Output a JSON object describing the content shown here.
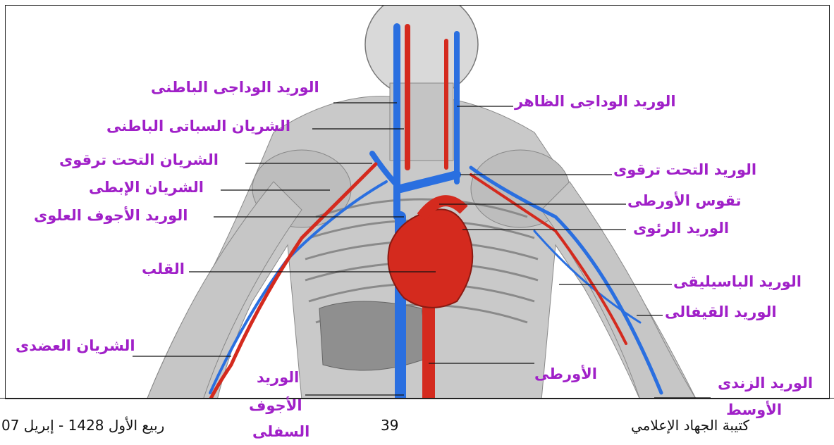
{
  "labels": {
    "internal_jugular_vein": "الوريد الوداجى الباطنى",
    "external_jugular_vein": "الوريد الوداجى الظاهر",
    "internal_carotid_artery": "الشريان السباتى الباطنى",
    "subclavian_artery": "الشريان التحت ترقوى",
    "subclavian_vein": "الوريد التحت ترقوى",
    "axillary_artery": "الشريان الإبطى",
    "aortic_arch": "تقوس الأورطى",
    "superior_vena_cava": "الوريد الأجوف العلوى",
    "pulmonary_vein": "الوريد الرئوى",
    "heart": "القلب",
    "basilic_vein": "الوريد الباسيليقى",
    "cephalic_vein": "الوريد القيفالى",
    "brachial_artery": "الشريان العضدى",
    "aorta": "الأورطى",
    "inferior_vena_cava_1": "الوريد",
    "inferior_vena_cava_2": "الأجوف",
    "inferior_vena_cava_3": "السفلى",
    "median_cubital_vein_1": "الوريد الزندى",
    "median_cubital_vein_2": "الأوسط"
  },
  "footer": {
    "publisher": "كتيبة الجهاد الإعلامي",
    "page_number": "39",
    "date": "ربيع الأول 1428 - إبريل 07"
  },
  "colors": {
    "label": "#a020c8",
    "artery": "#d42a1e",
    "vein": "#2a6fe0",
    "bone": "#d6d6d6"
  }
}
